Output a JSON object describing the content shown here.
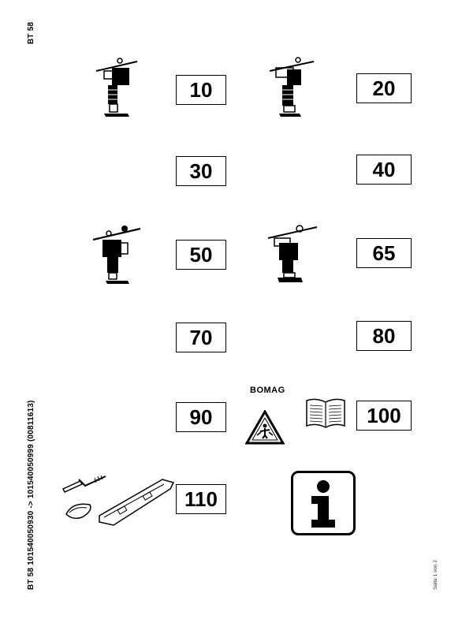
{
  "header": {
    "model": "BT 58",
    "serial_range": "BT 58 101540050930 -> 101540050999 (00811613)",
    "page_note": "Seite 1 von 2"
  },
  "groups": [
    {
      "number": "10",
      "figure": "tamper-side-view-icon"
    },
    {
      "number": "20",
      "figure": "tamper-rear-view-icon"
    },
    {
      "number": "30",
      "figure": ""
    },
    {
      "number": "40",
      "figure": ""
    },
    {
      "number": "50",
      "figure": "tamper-engine-view-icon"
    },
    {
      "number": "65",
      "figure": "tamper-foot-view-icon"
    },
    {
      "number": "70",
      "figure": ""
    },
    {
      "number": "80",
      "figure": ""
    },
    {
      "number": "90",
      "figure": ""
    },
    {
      "number": "100",
      "figure": "operator-manual-icon"
    },
    {
      "number": "110",
      "figure": "tool-kit-icon"
    }
  ],
  "warning_block": {
    "brand": "BOMAG",
    "symbol": "warning-triangle-icon"
  },
  "info_block": {
    "symbol": "information-icon"
  }
}
